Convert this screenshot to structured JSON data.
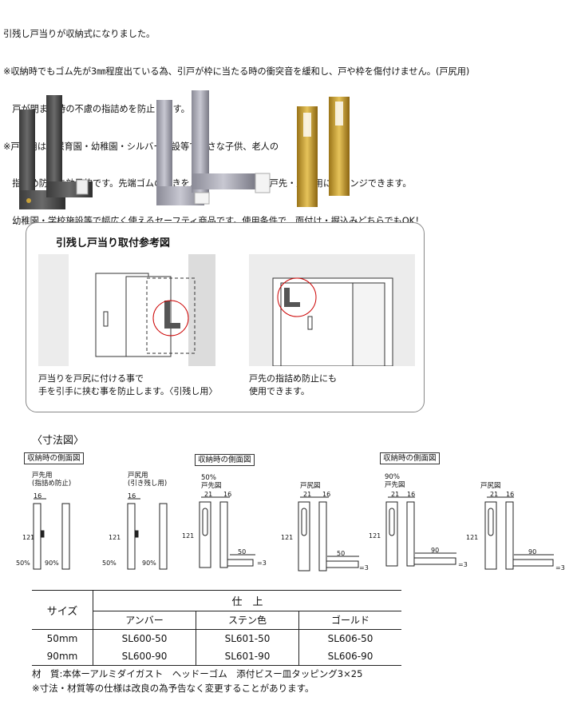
{
  "intro": {
    "lines": [
      "引残し戸当りが収納式になりました。",
      "※収納時でもゴム先が3㎜程度出ている為、引戸が枠に当たる時の衝突音を緩和し、戸や枠を傷付けません。(戸尻用)",
      "　戸が閉まる時の不慮の指詰めを防止します。",
      "※戸先用は、保育園・幼稚園・シルバー施設等で小さな子供、老人の",
      "　指詰め防止に効果的です。先端ゴムの向きを入れ替えるだけで、戸先・戸尻用にチェンジできます。",
      "　幼稚園・学校施設等で幅広く使えるセーフティ商品です。使用条件で、面付け・掘込みどちらでもOK！"
    ]
  },
  "reference": {
    "title": "引残し戸当り取付参考図",
    "caption_left": "戸当りを戸尻に付ける事で\n手を引手に挟む事を防止します。〈引残し用〉",
    "caption_right": "戸先の指詰め防止にも\n使用できます。"
  },
  "dimensions": {
    "title": "〈寸法図〉",
    "tag_stored": "収納時の側面図",
    "label_tosaki": "戸先用\n(指詰め防止)",
    "label_tojiri": "戸尻用\n(引き残し用)",
    "label_50_tosaki": "50%\n戸先図",
    "label_90_tosaki": "90%\n戸先図",
    "label_tojiri_zu": "戸尻図",
    "n16": "16",
    "n21": "21",
    "n121": "121",
    "n50": "50",
    "n90": "90",
    "n3": "=3",
    "n50pct": "50%",
    "n90pct": "90%"
  },
  "spec": {
    "size_header": "サイズ",
    "finish_header": "仕　上",
    "finishes": [
      "アンバー",
      "ステン色",
      "ゴールド"
    ],
    "rows": [
      {
        "size": "50mm",
        "codes": [
          "SL600-50",
          "SL601-50",
          "SL606-50"
        ]
      },
      {
        "size": "90mm",
        "codes": [
          "SL600-90",
          "SL601-90",
          "SL606-90"
        ]
      }
    ]
  },
  "footer": {
    "material": "材　質:本体ーアルミダイガスト　ヘッドーゴム　添付ビスー皿タッピング3×25",
    "note": "※寸法・材質等の仕様は改良の為予告なく変更することがあります。"
  }
}
